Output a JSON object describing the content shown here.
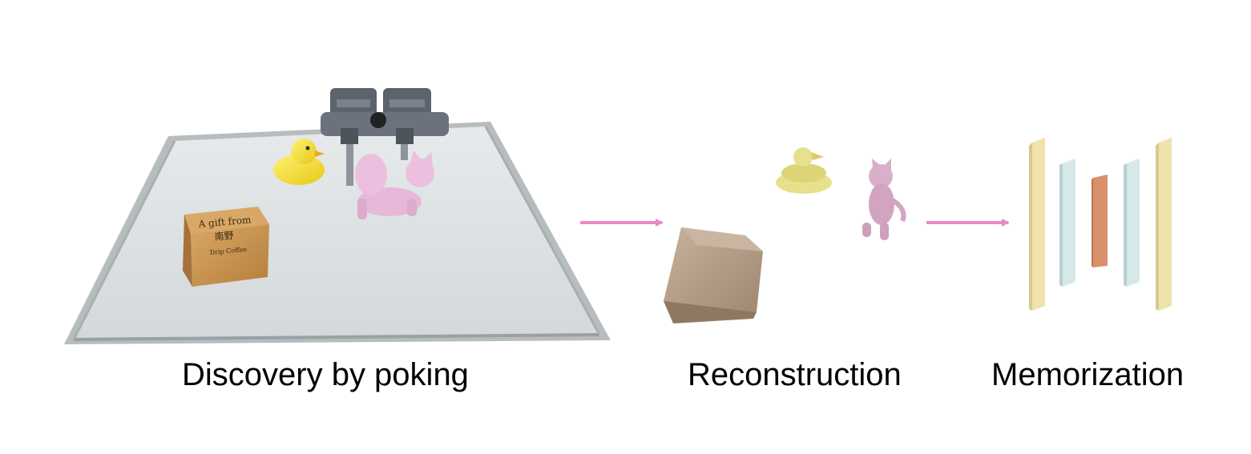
{
  "stages": [
    {
      "id": "discovery",
      "caption": "Discovery by poking"
    },
    {
      "id": "reconstruction",
      "caption": "Reconstruction"
    },
    {
      "id": "memorization",
      "caption": "Memorization"
    }
  ],
  "scene": {
    "box_text_line1": "A gift from",
    "box_text_line2": "南野",
    "box_text_line3": "Drip Coffee"
  },
  "colors": {
    "arrow": "#e98ac6",
    "table": "#dde2e4",
    "duck": "#f2e238",
    "cat": "#e7b5d8",
    "box": "#c99552",
    "recon_box": "#b79f86",
    "recon_duck": "#e7e08c",
    "recon_cat": "#d9afca",
    "layer_outer": "#efe2ad",
    "layer_mid": "#d5e8ea",
    "layer_center": "#d9916c"
  },
  "icons": [
    "robot-gripper-icon",
    "rubber-duck-icon",
    "toy-cat-icon",
    "gift-box-icon",
    "arrow-right-icon",
    "network-layers-icon"
  ]
}
